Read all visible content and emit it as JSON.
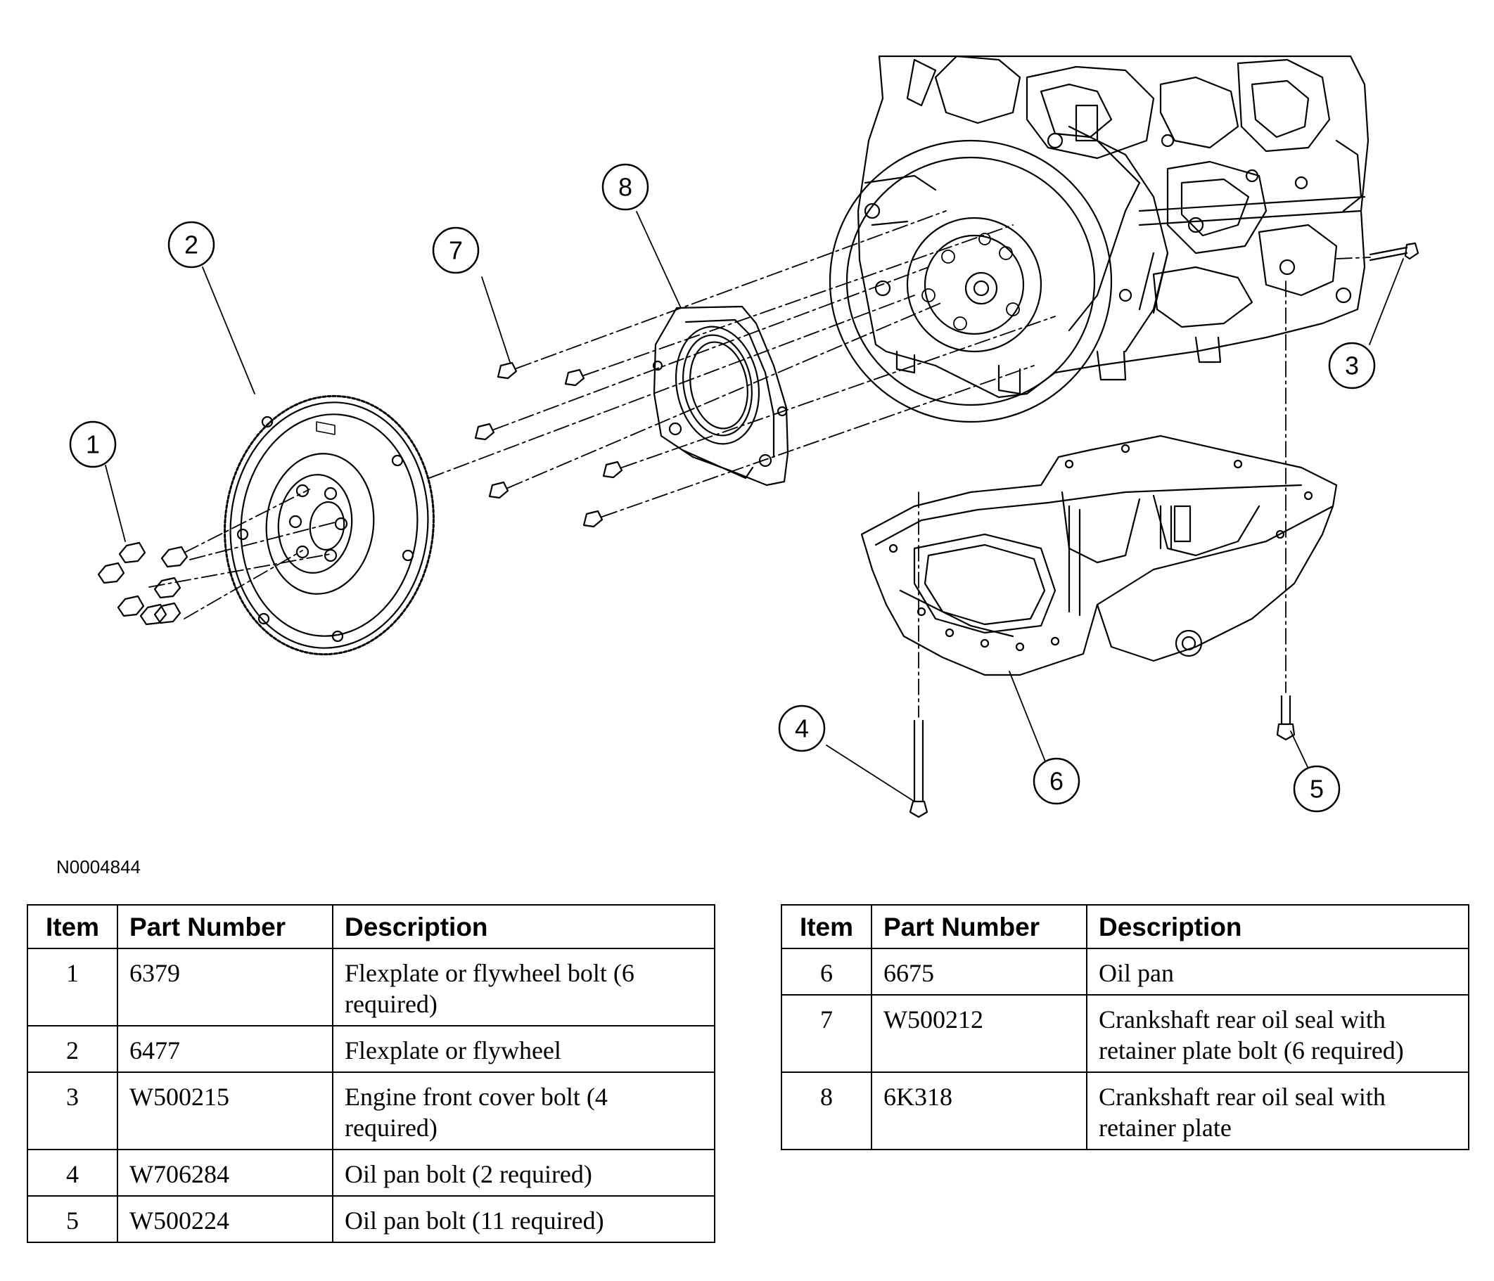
{
  "diagram": {
    "figure_id": "N0004844",
    "callouts": [
      "1",
      "2",
      "3",
      "4",
      "5",
      "6",
      "7",
      "8"
    ]
  },
  "table_headers": {
    "item": "Item",
    "part_number": "Part Number",
    "description": "Description"
  },
  "parts_left": [
    {
      "item": "1",
      "part_number": "6379",
      "description": "Flexplate or flywheel bolt (6 required)"
    },
    {
      "item": "2",
      "part_number": "6477",
      "description": "Flexplate or flywheel"
    },
    {
      "item": "3",
      "part_number": "W500215",
      "description": "Engine front cover bolt (4 required)"
    },
    {
      "item": "4",
      "part_number": "W706284",
      "description": "Oil pan bolt (2 required)"
    },
    {
      "item": "5",
      "part_number": "W500224",
      "description": "Oil pan bolt (11 required)"
    }
  ],
  "parts_right": [
    {
      "item": "6",
      "part_number": "6675",
      "description": "Oil pan"
    },
    {
      "item": "7",
      "part_number": "W500212",
      "description": "Crankshaft rear oil seal with retainer plate bolt (6 required)"
    },
    {
      "item": "8",
      "part_number": "6K318",
      "description": "Crankshaft rear oil seal with retainer plate"
    }
  ]
}
